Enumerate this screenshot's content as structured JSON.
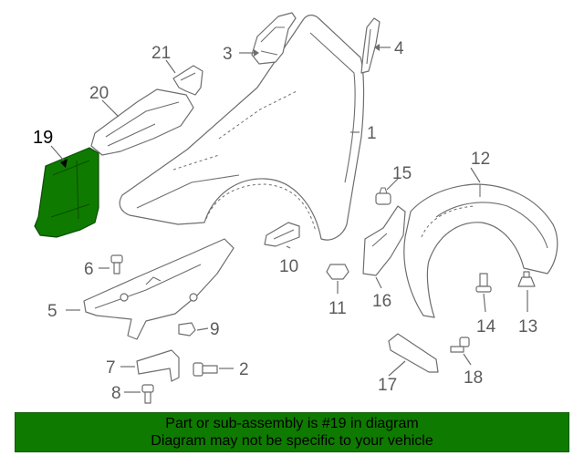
{
  "diagram": {
    "highlight_color": "#0f7a00",
    "callouts": [
      {
        "id": "c1",
        "label": "1"
      },
      {
        "id": "c2",
        "label": "2"
      },
      {
        "id": "c3",
        "label": "3"
      },
      {
        "id": "c4",
        "label": "4"
      },
      {
        "id": "c5",
        "label": "5"
      },
      {
        "id": "c6",
        "label": "6"
      },
      {
        "id": "c7",
        "label": "7"
      },
      {
        "id": "c8",
        "label": "8"
      },
      {
        "id": "c9",
        "label": "9"
      },
      {
        "id": "c10",
        "label": "10"
      },
      {
        "id": "c11",
        "label": "11"
      },
      {
        "id": "c12",
        "label": "12"
      },
      {
        "id": "c13",
        "label": "13"
      },
      {
        "id": "c14",
        "label": "14"
      },
      {
        "id": "c15",
        "label": "15"
      },
      {
        "id": "c16",
        "label": "16"
      },
      {
        "id": "c17",
        "label": "17"
      },
      {
        "id": "c18",
        "label": "18"
      },
      {
        "id": "c19",
        "label": "19"
      },
      {
        "id": "c20",
        "label": "20"
      },
      {
        "id": "c21",
        "label": "21"
      }
    ]
  },
  "banner": {
    "line1": "Part or sub-assembly is #19 in diagram",
    "line2": "Diagram may not be specific to your vehicle",
    "color": "#0f7a00"
  }
}
